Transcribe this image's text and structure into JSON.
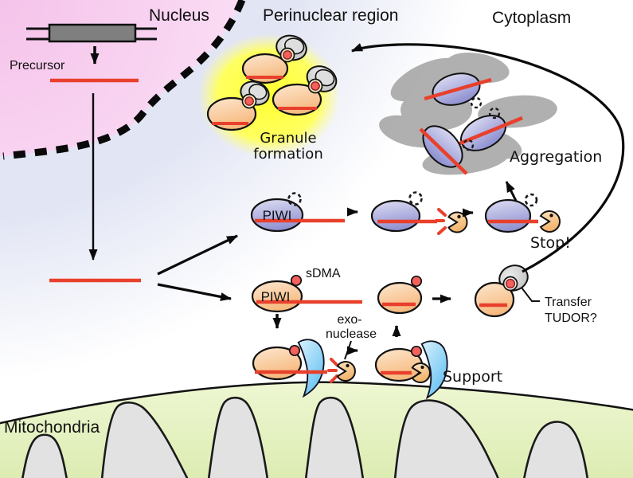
{
  "regions": {
    "nucleus": "Nucleus",
    "perinuclear": "Perinuclear region",
    "cytoplasm": "Cytoplasm",
    "mitochondria": "Mitochondria"
  },
  "labels": {
    "precursor": "Precursor",
    "piwi_upper": "PIWI",
    "piwi_lower": "PIWI",
    "sdma": "sDMA",
    "exo_line1": "exo-",
    "exo_line2": "nuclease",
    "stop": "Stop!",
    "support": "Support",
    "transfer_line1": "Transfer",
    "transfer_line2": "TUDOR?",
    "granule_line1": "Granule",
    "granule_line2": "formation",
    "aggregation": "Aggregation"
  },
  "colors": {
    "nucleus_pink": "#f6c9ec",
    "perinuclear_lavender": "#e2e5f4",
    "granule_yellow": "#ffff4d",
    "pirna_red": "#e8402c",
    "sdma_red": "#f4605c",
    "piwi_blue": "#9a9cd6",
    "pirisc_orange": "#f8c28c",
    "tudor_gray": "#c9c9c9",
    "aggregate_gray": "#9d9d9d",
    "support_blue": "#7ecdf4",
    "mito_green": "#e6f2c4",
    "cristae_gray": "#e2e2e2",
    "line_black": "#0a0a0a"
  }
}
